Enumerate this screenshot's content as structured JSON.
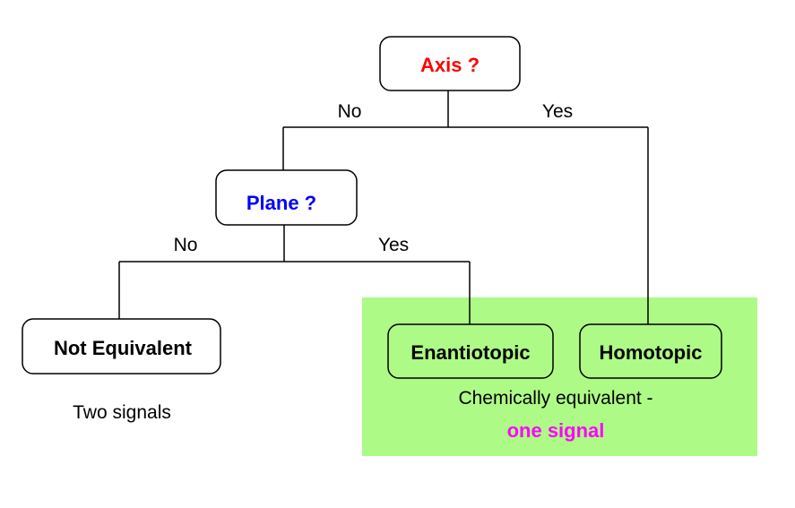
{
  "nodes": {
    "axis": "Axis ?",
    "plane": "Plane ?",
    "not_equivalent": "Not Equivalent",
    "enantiotopic": "Enantiotopic",
    "homotopic": "Homotopic"
  },
  "edges": {
    "axis_no": "No",
    "axis_yes": "Yes",
    "plane_no": "No",
    "plane_yes": "Yes"
  },
  "notes": {
    "two_signals": "Two signals",
    "chemically_equivalent": "Chemically equivalent -",
    "one_signal": "one signal"
  },
  "colors": {
    "axis": "#ff0000",
    "plane": "#0000ff",
    "one_signal": "#ff00ff",
    "green_region": "#aefa86"
  }
}
